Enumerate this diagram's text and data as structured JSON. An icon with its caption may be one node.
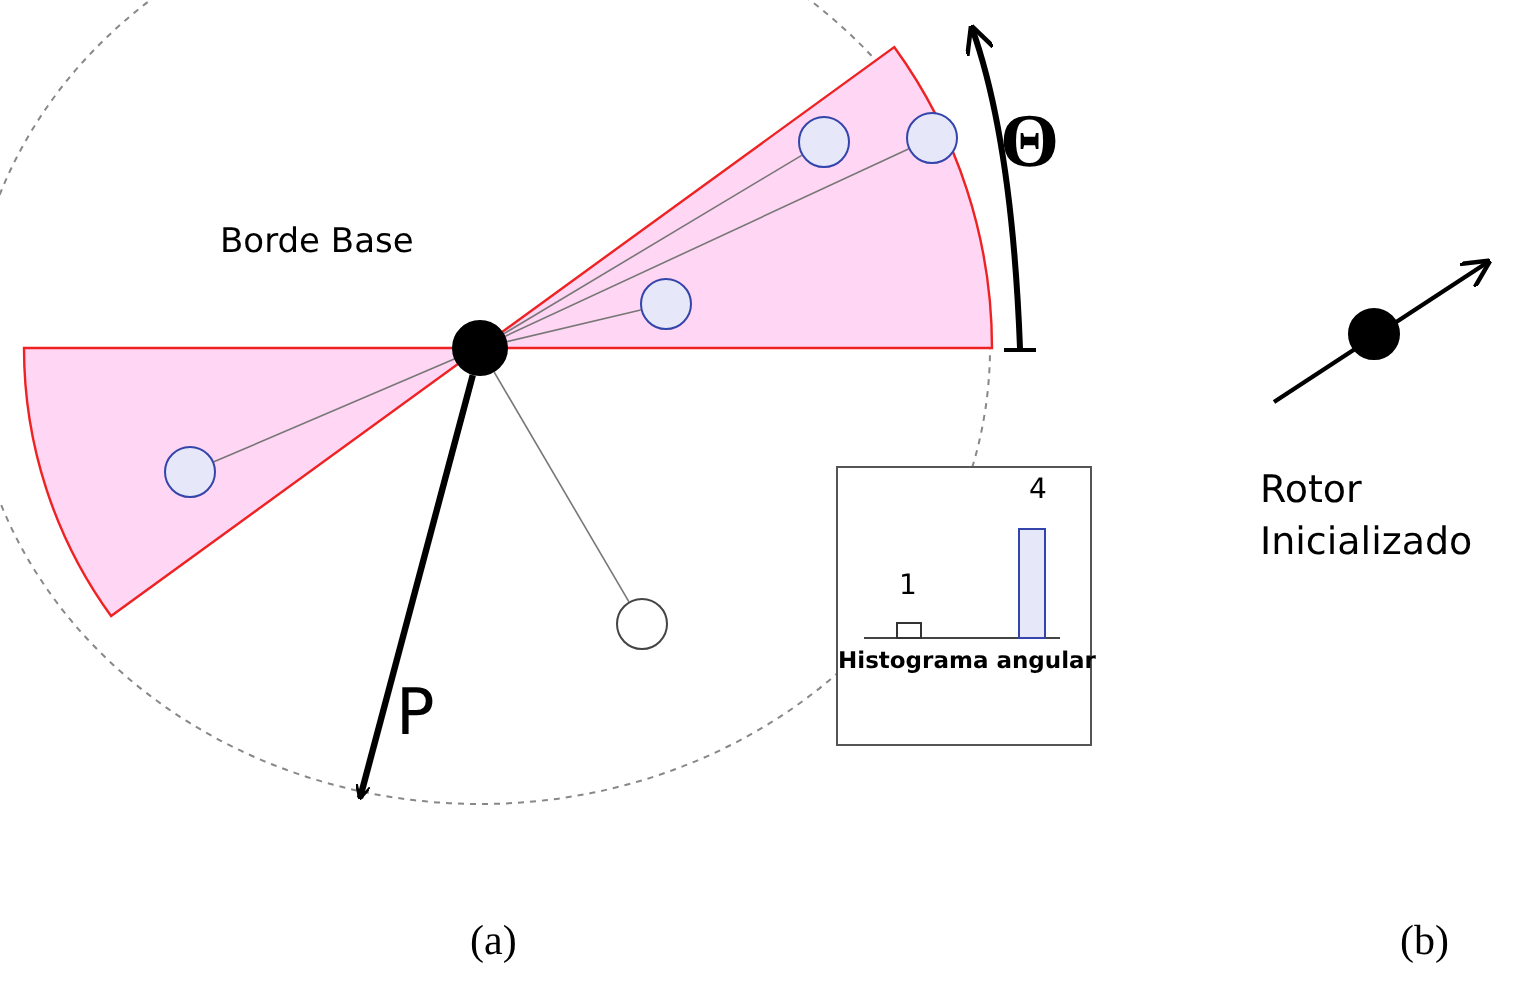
{
  "diagram": {
    "nodes": [
      {
        "text": [],
        "shape": "circle",
        "beside": [
          "Borde Base"
        ]
      },
      {
        "text": [],
        "shape": "circle"
      },
      {
        "text": [],
        "shape": "circle"
      },
      {
        "text": [],
        "shape": "circle"
      },
      {
        "text": [],
        "shape": "circle"
      },
      {
        "text": [],
        "shape": "circle"
      },
      {
        "text": [
          "4",
          "1",
          "Histograma angular"
        ]
      },
      {
        "text": [],
        "shape": "circle",
        "beside": [
          "Rotor Inicializado"
        ]
      }
    ],
    "edges": [
      {
        "from": 0,
        "to": 1,
        "arrow": "none"
      },
      {
        "from": 0,
        "to": 2,
        "arrow": "none"
      },
      {
        "from": 0,
        "to": 3,
        "arrow": "none"
      },
      {
        "from": 0,
        "to": 4,
        "arrow": "none"
      },
      {
        "from": 0,
        "to": 5,
        "arrow": "none"
      },
      {
        "from": 0,
        "to": null,
        "arrow": "to",
        "label": "P",
        "style": "thick",
        "color": "#000000"
      }
    ],
    "labels": [
      "Θ",
      "(a)",
      "(b)"
    ]
  }
}
